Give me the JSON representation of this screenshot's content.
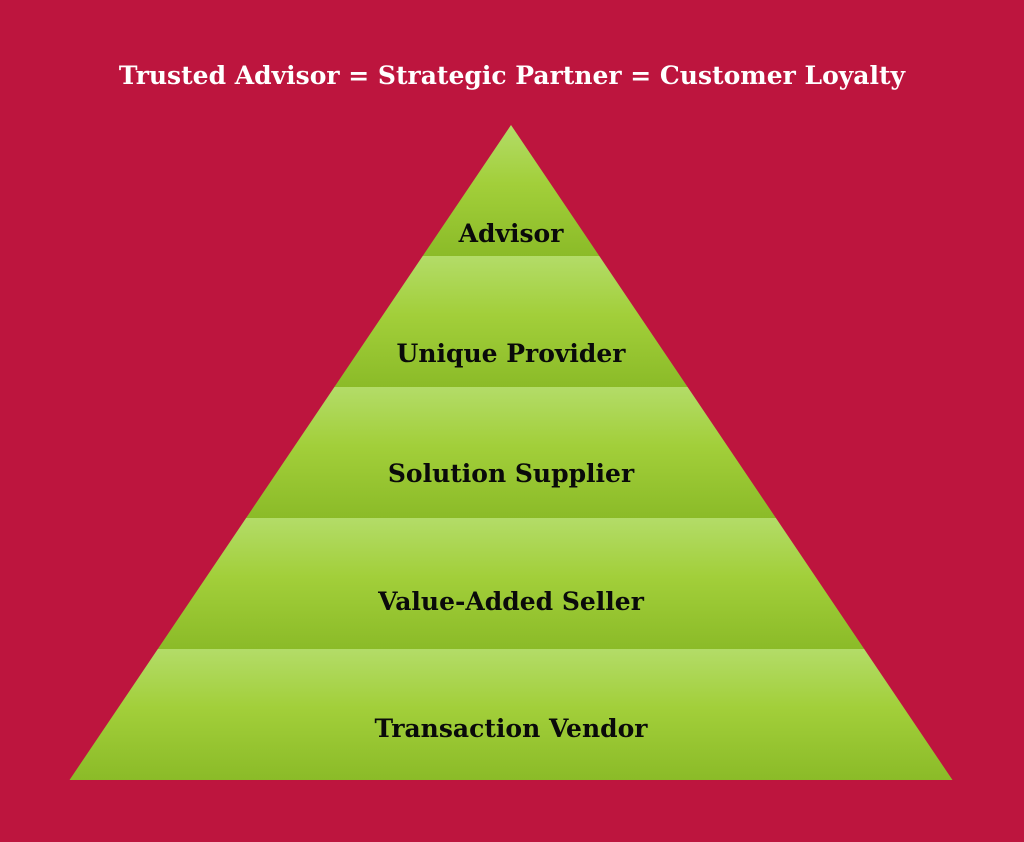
{
  "title": "Trusted Advisor = Strategic Partner = Customer Loyalty",
  "pyramid": {
    "tiers": [
      {
        "label": "Advisor"
      },
      {
        "label": "Unique Provider"
      },
      {
        "label": "Solution Supplier"
      },
      {
        "label": "Value-Added Seller"
      },
      {
        "label": "Transaction Vendor"
      }
    ]
  },
  "colors": {
    "background": "#bd153e",
    "tier_light": "#b3dc68",
    "tier_mid": "#a2cf3a",
    "tier_dark": "#8bbb28",
    "title_text": "#ffffff",
    "label_text": "#0a0a0a"
  }
}
